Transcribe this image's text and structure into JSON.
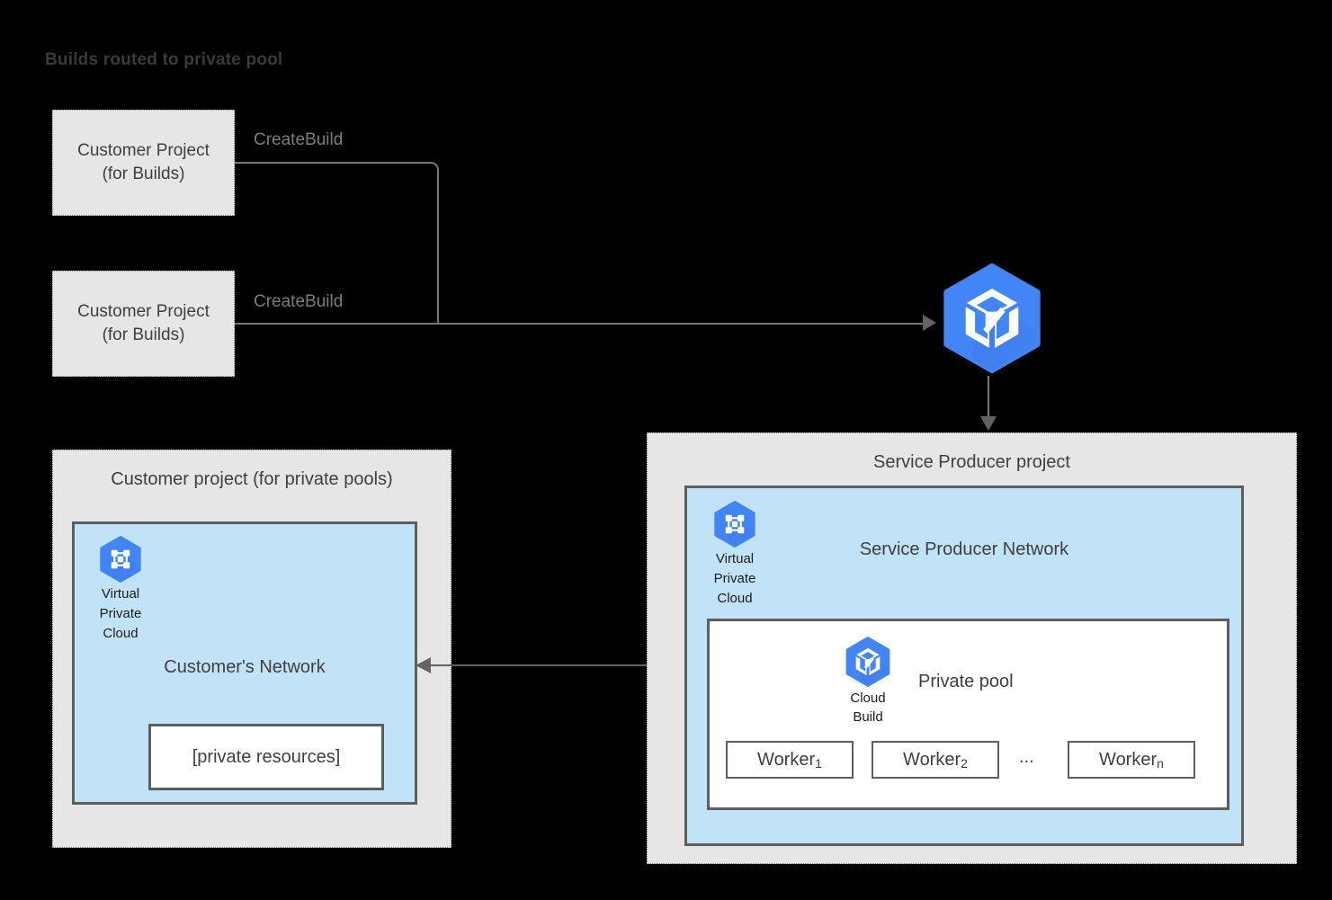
{
  "title": "Builds routed to private pool",
  "colors": {
    "background": "#000000",
    "panel_gray": "#e6e6e6",
    "network_blue": "#c2e2f7",
    "border_gray": "#5e5e5e",
    "line_gray": "#787878",
    "arrow_gray": "#636363",
    "google_blue": "#4285f4",
    "text_dark": "#3f3f3f",
    "label_gray": "#7d7d7d"
  },
  "build_projects": [
    {
      "line1": "Customer Project",
      "line2": "(for Builds)",
      "edge_label": "CreateBuild"
    },
    {
      "line1": "Customer Project",
      "line2": "(for Builds)",
      "edge_label": "CreateBuild"
    }
  ],
  "cloud_build_service": {
    "icon": "cloud-build-icon"
  },
  "customer_pools_project": {
    "title": "Customer project (for private pools)",
    "network": {
      "title": "Customer's Network",
      "vpc": {
        "icon": "virtual-private-cloud-icon",
        "caption_lines": [
          "Virtual",
          "Private",
          "Cloud"
        ]
      },
      "private_resources": "[private resources]"
    }
  },
  "service_producer_project": {
    "title": "Service Producer project",
    "network": {
      "title": "Service Producer Network",
      "vpc": {
        "icon": "virtual-private-cloud-icon",
        "caption_lines": [
          "Virtual",
          "Private",
          "Cloud"
        ]
      },
      "private_pool": {
        "title": "Private pool",
        "cloud_build": {
          "icon": "cloud-build-icon",
          "caption_lines": [
            "Cloud",
            "Build"
          ]
        },
        "workers": [
          {
            "name": "Worker",
            "subscript": "1"
          },
          {
            "name": "Worker",
            "subscript": "2"
          },
          {
            "name": "Worker",
            "subscript": "n"
          }
        ],
        "ellipsis": "..."
      }
    }
  },
  "connectors": {
    "networks_link": "bidirectional",
    "cloudbuild_to_producer": "downward"
  }
}
